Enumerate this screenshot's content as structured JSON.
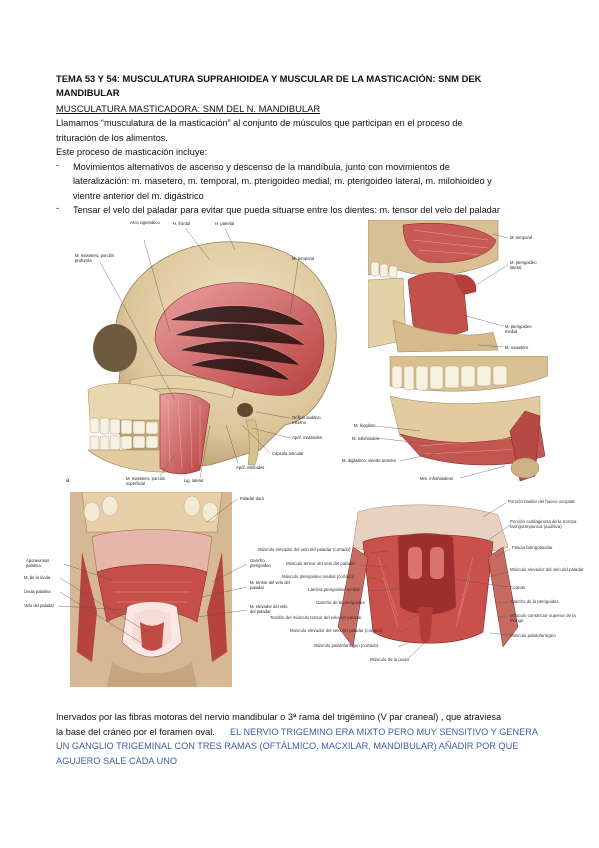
{
  "document": {
    "title": "TEMA 53 Y 54: MUSCULATURA SUPRAHIOIDEA Y MUSCULAR DE LA MASTICACIÓN: SNM DEK MANDIBULAR",
    "subheading": "MUSCULATURA MASTICADORA: SNM DEL N. MANDIBULAR",
    "intro_line1": "Llamamos “musculatura de la masticación” al conjunto de músculos que participan en el proceso de",
    "intro_line2": "trituración de los alimentos.",
    "intro_line3": "Este proceso de masticación incluye:",
    "bullets": [
      {
        "dash": "-",
        "line1": "Movimientos alternativos de ascenso y descenso de la mandíbula, junto con movimientos de",
        "line2": "lateralización: m. masetero, m. temporal, m. pterigoideo medial, m. pterigoideo lateral, m. milohioideo y",
        "line3": "vientre anterior del m. digástrico"
      },
      {
        "dash": "-",
        "line1": "Tensar el velo del paladar para evitar que pueda situarse entre los dientes: m. tensor del velo del paladar"
      }
    ],
    "footer_line1": "Inervados por las fibras motoras del nervio mandibular o 3ª rama del trigémino (V par craneal) , que atraviesa",
    "footer_line2": "la base del cráneo por el foramen oval.",
    "blue_note_tail": "EL NERVIO TRIGEMINO ERA MIXTO PERO MUY SENSITIVO Y GENERA",
    "blue_line2": "UN GANGLIO TRIGEMINAL CON TRES RAMAS (OFTÁLMICO, MACXILAR, MANDIBULAR) AÑADIR POR QUE",
    "blue_line3": "AGUJERO SALE CADA UNO"
  },
  "figure1": {
    "labels": {
      "arco": "Arco cigomático",
      "frontal": "H. frontal",
      "parietal": "H. parietal",
      "masetero_prof": "M. masetero, porción profunda",
      "temporal": "M. temporal",
      "orificio": "Orificio auditivo externo",
      "apof_mast": "Apóf. mastoides",
      "capsula": "Cápsula articular",
      "apof_est": "Apóf. estiloides",
      "lig_lat": "Lig. lateral",
      "masetero_sup": "M. masetero, porción superficial",
      "letter": "a"
    }
  },
  "figure2": {
    "labels": {
      "temporal": "M. temporal",
      "pter_lat": "M. pterigoideo lateral",
      "pter_med": "M. pterigoideo medial",
      "masetero": "M. masetero"
    }
  },
  "figure3": {
    "labels": {
      "hiogloso": "M. hiogloso",
      "milohioideo": "M. milohioideo",
      "digastrico": "M. digástrico, vientre anterior",
      "infrahioideos": "Mm. infrahioideos"
    }
  },
  "figure4": {
    "labels": {
      "paladar_duro": "Paladar duro",
      "aponeurosis": "Aponeurosis palatina",
      "uvula_m": "M. de la úvula",
      "uvula": "Úvula palatina",
      "velo": "Velo del paladar",
      "gancho": "Gancho pterigoideo",
      "tensor": "M. tensor del velo del paladar",
      "elevador": "M. elevador del velo del paladar"
    }
  },
  "figure5": {
    "labels_left": [
      "Músculo elevador del velo del paladar (cortado)",
      "Músculo tensor del velo del paladar",
      "Músculo pterigoideo medial (cortado)",
      "Lámina pterigoidea medial",
      "Gancho de la pterigoides",
      "Tendón del músculo tensor del velo del paladar",
      "Músculo elevador del velo del paladar (cortado)",
      "Músculo palatofaríngeo (cortado)",
      "Músculo de la úvula"
    ],
    "labels_right": [
      "Porción basilar del hueso occipital",
      "Porción cartilaginosa de la trompa faringotímpanica (auditiva)",
      "Fascia faringobasilar",
      "Músculo elevador del velo del paladar",
      "Coanas",
      "Gancho de la pterigoides",
      "Músculo constrictor superior de la faringe",
      "Músculo palatofaríngeo"
    ]
  }
}
